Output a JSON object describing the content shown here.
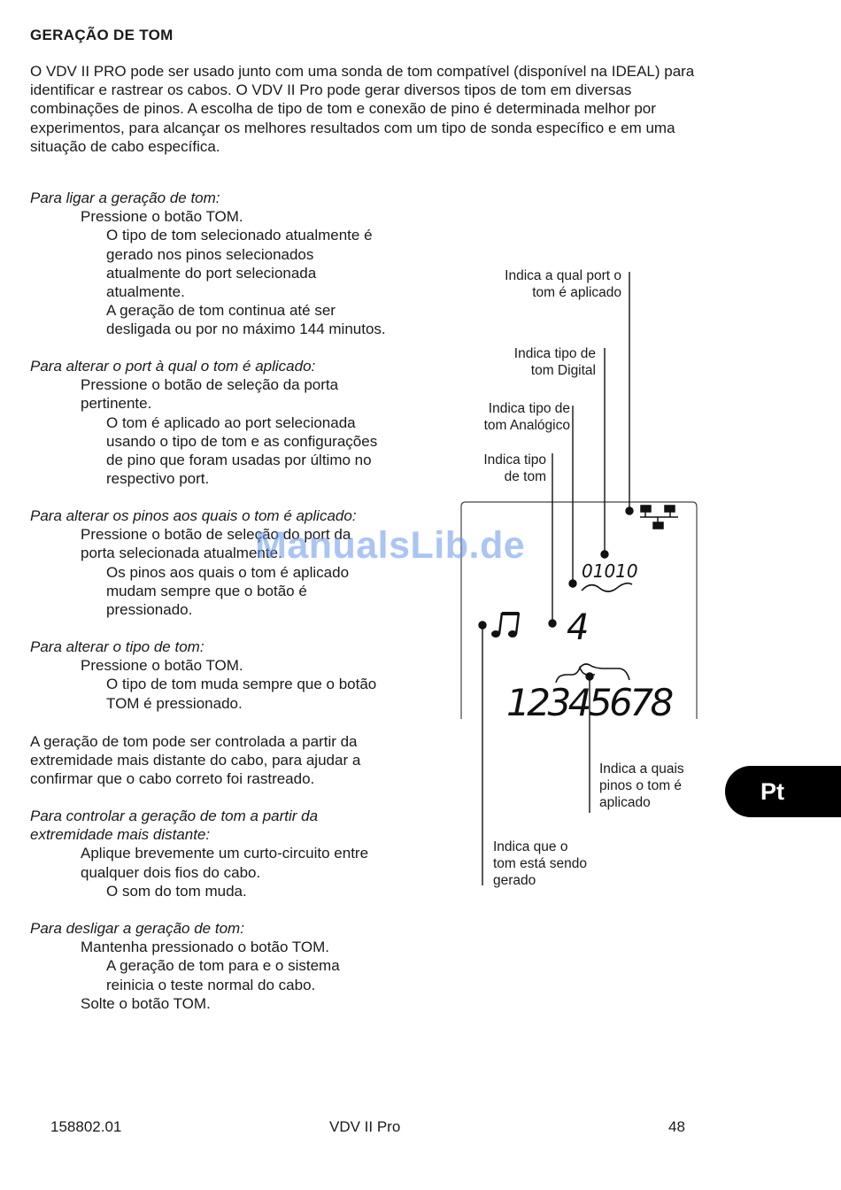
{
  "heading": "GERAÇÃO DE TOM",
  "intro_lines": [
    "O VDV II PRO pode ser usado junto com uma sonda de tom compatível (disponível na IDEAL) para",
    "identificar e rastrear os cabos. O VDV II Pro pode gerar diversos tipos de tom em diversas",
    "combinações de pinos. A escolha de tipo de tom e conexão de pino é determinada melhor por",
    "experimentos, para alcançar os melhores resultados com um tipo de sonda específico e em uma",
    "situação de cabo específica."
  ],
  "sections": [
    {
      "title": "Para ligar a geração de tom:",
      "action": [
        "Pressione o botão TOM."
      ],
      "result": [
        "O tipo de tom selecionado atualmente é",
        "gerado nos pinos selecionados",
        "atualmente do port selecionada",
        "atualmente.",
        "A geração de tom continua até ser",
        "desligada ou por no máximo 144 minutos."
      ]
    },
    {
      "title": "Para alterar o port à qual o tom é aplicado:",
      "action": [
        "Pressione o botão de seleção da porta",
        "pertinente."
      ],
      "result": [
        "O tom é aplicado ao port selecionada",
        "usando o tipo de tom e as configurações",
        "de pino que foram usadas por último no",
        "respectivo port."
      ]
    },
    {
      "title": "Para alterar os pinos aos quais o tom é aplicado:",
      "action": [
        "Pressione o botão de seleção do port da",
        "porta selecionada atualmente."
      ],
      "result": [
        "Os pinos aos quais o tom é aplicado",
        "mudam sempre que o botão é",
        "pressionado."
      ]
    },
    {
      "title": "Para alterar o tipo de tom:",
      "action": [
        "Pressione o botão TOM."
      ],
      "result": [
        "O tipo de tom muda sempre que o botão",
        "TOM é pressionado."
      ]
    }
  ],
  "far_end_paragraph": [
    "A geração de tom pode ser controlada a partir da",
    "extremidade mais distante do cabo, para ajudar a",
    "confirmar que o cabo correto foi rastreado."
  ],
  "far_end_section": {
    "title": [
      "Para controlar a geração de tom a partir da",
      "extremidade mais distante:"
    ],
    "action": [
      "Aplique brevemente um curto-circuito entre",
      "qualquer dois fios do cabo."
    ],
    "result": [
      "O som do tom muda."
    ]
  },
  "off_section": {
    "title": "Para desligar a geração de tom:",
    "action": [
      "Mantenha pressionado o botão TOM."
    ],
    "result": [
      "A geração de tom para e o sistema",
      "reinicia o teste normal do cabo."
    ],
    "action2": [
      "Solte o botão TOM."
    ]
  },
  "diagram": {
    "callout_port": [
      "Indica a qual port o",
      "tom é aplicado"
    ],
    "callout_digital": [
      "Indica tipo de",
      "tom Digital"
    ],
    "callout_analog": [
      "Indica tipo de",
      "tom Analógico"
    ],
    "callout_tone_type": [
      "Indica tipo",
      "de tom"
    ],
    "callout_pins": [
      "Indica a quais",
      "pinos o tom é",
      "aplicado"
    ],
    "callout_generating": [
      "Indica que o",
      "tom está sendo",
      "gerado"
    ],
    "digital_readout": "01010",
    "tone_type_digit": "4",
    "pin_digits": "12345678"
  },
  "language_tab": "Pt",
  "watermark": "ManualsLib.de",
  "footer": {
    "doc_number": "158802.01",
    "product": "VDV II Pro",
    "page": "48"
  }
}
